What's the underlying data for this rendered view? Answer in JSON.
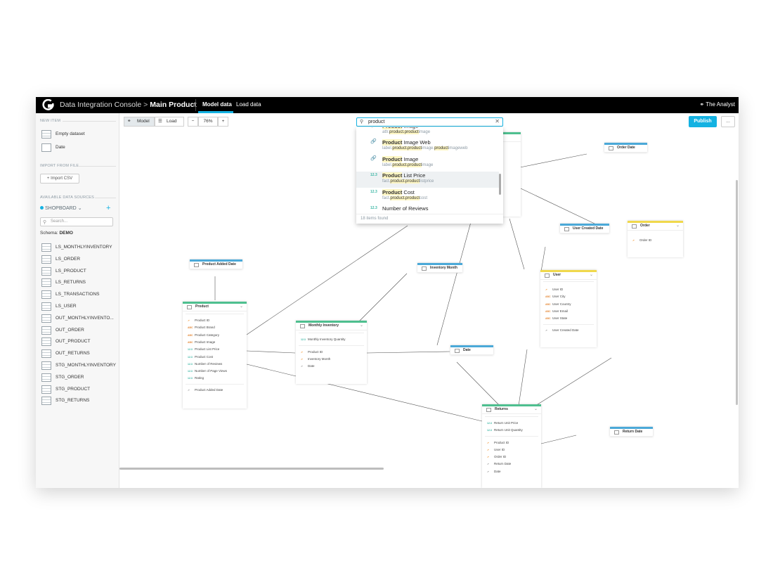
{
  "header": {
    "app_name": "Data Integration Console",
    "breadcrumb_separator": ">",
    "page_name": "Main Product",
    "tabs": [
      "Model data",
      "Load data"
    ],
    "user": "The Analyst"
  },
  "sidebar": {
    "new_item_heading": "NEW ITEM",
    "new_items": [
      "Empty dataset",
      "Date"
    ],
    "import_heading": "IMPORT FROM FILE",
    "import_button": "Import CSV",
    "sources_heading": "AVAILABLE DATA SOURCES",
    "data_source": "SHOPBOARD",
    "search_placeholder": "Search...",
    "schema_label": "Schema:",
    "schema_value": "DEMO",
    "tables": [
      "LS_MONTHLYINVENTORY",
      "LS_ORDER",
      "LS_PRODUCT",
      "LS_RETURNS",
      "LS_TRANSACTIONS",
      "LS_USER",
      "OUT_MONTHLYINVENTO...",
      "OUT_ORDER",
      "OUT_PRODUCT",
      "OUT_RETURNS",
      "STG_MONTHLYINVENTORY",
      "STG_ORDER",
      "STG_PRODUCT",
      "STG_RETURNS"
    ]
  },
  "toolbar": {
    "model_label": "Model",
    "load_label": "Load",
    "zoom_out": "−",
    "zoom_level": "76%",
    "zoom_in": "+",
    "publish_label": "Publish",
    "more_label": "..."
  },
  "search": {
    "query": "product",
    "results": [
      {
        "type": "link",
        "title_hl": "Product",
        "title_rest": " Image",
        "sub_pre": "attr.",
        "sub_hl": "product.product",
        "sub_post": "image"
      },
      {
        "type": "link",
        "title_hl": "Product",
        "title_rest": " Image Web",
        "sub_pre": "label.",
        "sub_hl": "product.product",
        "sub_mid": "image.",
        "sub_hl2": "product",
        "sub_post": "imageweb"
      },
      {
        "type": "link",
        "title_hl": "Product",
        "title_rest": " Image",
        "sub_pre": "label.",
        "sub_hl": "product.product",
        "sub_post": "image"
      },
      {
        "type": "num",
        "title_hl": "Product",
        "title_rest": " List Price",
        "sub_pre": "fact.",
        "sub_hl": "product.product",
        "sub_post": "listprice"
      },
      {
        "type": "num",
        "title_hl": "Product",
        "title_rest": " Cost",
        "sub_pre": "fact.",
        "sub_hl": "product.product",
        "sub_post": "cost"
      },
      {
        "type": "num",
        "title_hl": "",
        "title_rest": "Number of Reviews",
        "sub_pre": "",
        "sub_hl": "",
        "sub_post": ""
      }
    ],
    "count_label": "18 items found",
    "num_icon": "12.3"
  },
  "type_icons": {
    "num": "12.3",
    "abc": "ABC"
  },
  "nodes": {
    "product_added_date": "Product Added Date",
    "inventory_month": "Inventory Month",
    "order_date": "Order Date",
    "user_created_date": "User Created Date",
    "order": {
      "title": "Order",
      "fields": [
        "Order ID"
      ]
    },
    "user": {
      "title": "User",
      "fields": [
        "User ID",
        "User City",
        "User Country",
        "User Email",
        "User State",
        "User Created Date"
      ]
    },
    "product": {
      "title": "Product",
      "fields": [
        "Product ID",
        "Product Brand",
        "Product Category",
        "Product Image",
        "Product List Price",
        "Product Cost",
        "Number of Reviews",
        "Number of Page Views",
        "Rating",
        "Product Added Date"
      ]
    },
    "monthly_inventory": {
      "title": "Monthly Inventory",
      "fields": [
        "Monthly Inventory Quantity",
        "Product ID",
        "Inventory Month",
        "Date"
      ]
    },
    "date": "Date",
    "returns": {
      "title": "Returns",
      "fields": [
        "Return Unit Price",
        "Return Unit Quantity",
        "Product ID",
        "User ID",
        "Order ID",
        "Return Date",
        "Date"
      ]
    },
    "return_date": "Return Date"
  },
  "colors": {
    "accent": "#14b2e2",
    "dataset": "#4ebf8f",
    "date": "#4ba9d8",
    "attribute": "#f0d94c"
  }
}
